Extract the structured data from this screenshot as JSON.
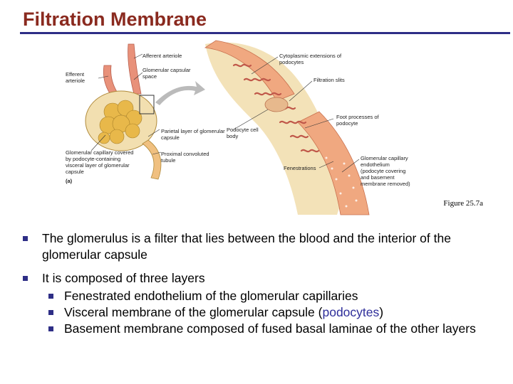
{
  "title": "Filtration Membrane",
  "figure": {
    "caption": "Figure 25.7a",
    "panel_letter": "(a)",
    "labels": {
      "afferent": "Afferent arteriole",
      "efferent": "Efferent arteriole",
      "capsular_space": "Glomerular capsular space",
      "parietal": "Parietal layer of glomerular capsule",
      "proximal": "Proximal convoluted tubule",
      "capillary_podocyte": "Glomerular capillary covered by podocyte-containing visceral layer of glomerular capsule",
      "cytoplasmic": "Cytoplasmic extensions of podocytes",
      "slits": "Filtration slits",
      "cell_body": "Podocyte cell body",
      "foot": "Foot processes of podocyte",
      "fenestrations": "Fenestrations",
      "endothelium": "Glomerular capillary endothelium (podocyte covering and basement membrane removed)"
    }
  },
  "bullets": [
    {
      "text": "The glomerulus is a filter that lies between the blood and the interior of the glomerular capsule"
    },
    {
      "text": "It is composed of three layers",
      "sub": [
        {
          "text": "Fenestrated endothelium of the glomerular capillaries"
        },
        {
          "pre": "Visceral membrane of the glomerular capsule (",
          "highlight": "podocytes",
          "post": ")"
        },
        {
          "text": "Basement membrane composed of fused basal laminae of the other layers"
        }
      ]
    }
  ],
  "colors": {
    "title": "#8a2a1f",
    "rule": "#2e2e86",
    "vessel": "#e8917a",
    "glomerulus": "#e8b84a",
    "tubule_bg": "#f2dfb0",
    "foot_process": "#c0584a"
  }
}
